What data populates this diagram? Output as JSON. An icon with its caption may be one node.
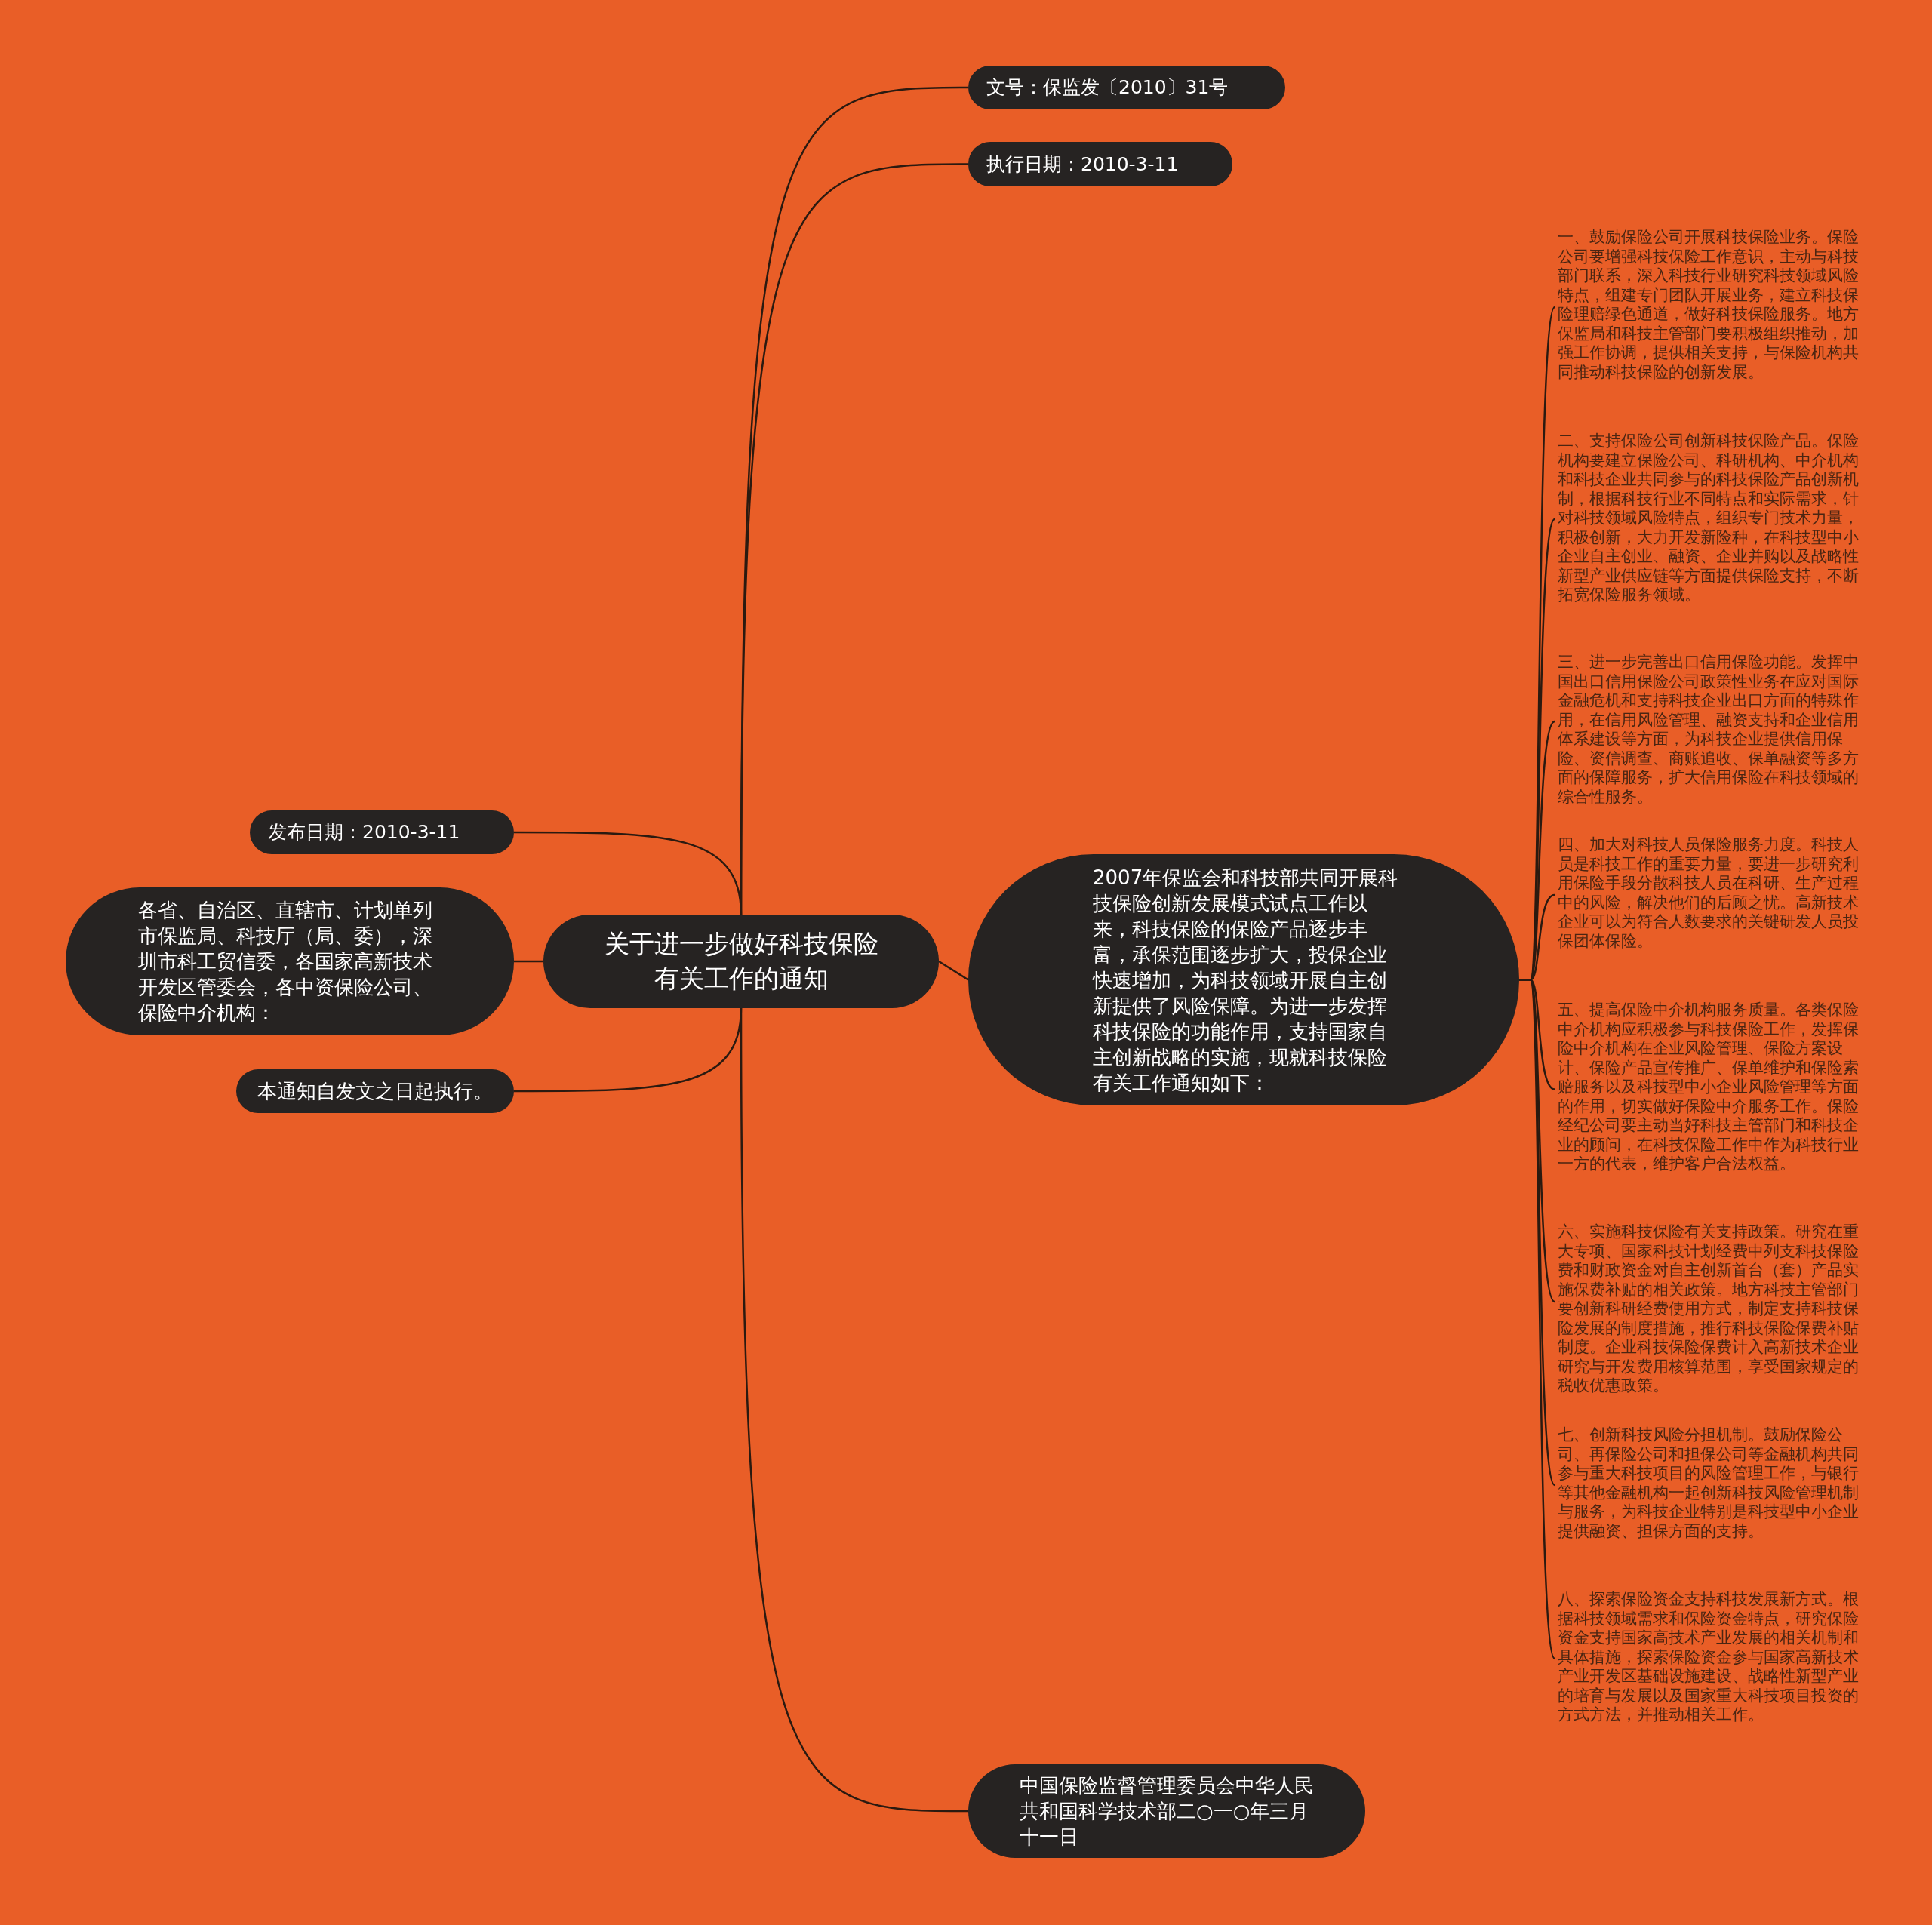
{
  "diagram": {
    "nodes": [
      {
        "text": [
          "关于进一步做好科技保险有关工作的通知"
        ]
      },
      {
        "text": [
          "文号：保监发〔2010〕31号"
        ]
      },
      {
        "text": [
          "执行日期：2010-3-11"
        ]
      },
      {
        "text": [
          "发布日期：2010-3-11"
        ]
      },
      {
        "text": [
          "各省、自治区、直辖市、计划单列市保监局、科技厅（局、委），深圳市科工贸信委，各国家高新技术开发区管委会，各中资保险公司、保险中介机构："
        ]
      },
      {
        "text": [
          "本通知自发文之日起执行。"
        ]
      },
      {
        "text": [
          "2007年保监会和科技部共同开展科技保险创新发展模式试点工作以来，科技保险的保险产品逐步丰富，承保范围逐步扩大，投保企业快速增加，为科技领域开展自主创新提供了风险保障。为进一步发挥科技保险的功能作用，支持国家自主创新战略的实施，现就科技保险有关工作通知如下："
        ]
      },
      {
        "text": [
          "一、鼓励保险公司开展科技保险业务。保险公司要增强科技保险工作意识，主动与科技部门联系，深入科技行业研究科技领域风险特点，组建专门团队开展业务，建立科技保险理赔绿色通道，做好科技保险服务。地方保监局和科技主管部门要积极组织推动，加强工作协调，提供相关支持，与保险机构共同推动科技保险的创新发展。"
        ]
      },
      {
        "text": [
          "二、支持保险公司创新科技保险产品。保险机构要建立保险公司、科研机构、中介机构和科技企业共同参与的科技保险产品创新机制，根据科技行业不同特点和实际需求，针对科技领域风险特点，组织专门技术力量，积极创新，大力开发新险种，在科技型中小企业自主创业、融资、企业并购以及战略性新型产业供应链等方面提供保险支持，不断拓宽保险服务领域。"
        ]
      },
      {
        "text": [
          "三、进一步完善出口信用保险功能。发挥中国出口信用保险公司政策性业务在应对国际金融危机和支持科技企业出口方面的特殊作用，在信用风险管理、融资支持和企业信用体系建设等方面，为科技企业提供信用保险、资信调查、商账追收、保单融资等多方面的保障服务，扩大信用保险在科技领域的综合性服务。"
        ]
      },
      {
        "text": [
          "四、加大对科技人员保险服务力度。科技人员是科技工作的重要力量，要进一步研究利用保险手段分散科技人员在科研、生产过程中的风险，解决他们的后顾之忧。高新技术企业可以为符合人数要求的关键研发人员投保团体保险。"
        ]
      },
      {
        "text": [
          "五、提高保险中介机构服务质量。各类保险中介机构应积极参与科技保险工作，发挥保险中介机构在企业风险管理、保险方案设计、保险产品宣传推广、保单维护和保险索赔服务以及科技型中小企业风险管理等方面的作用，切实做好保险中介服务工作。保险经纪公司要主动当好科技主管部门和科技企业的顾问，在科技保险工作中作为科技行业一方的代表，维护客户合法权益。"
        ]
      },
      {
        "text": [
          "六、实施科技保险有关支持政策。研究在重大专项、国家科技计划经费中列支科技保险费和财政资金对自主创新首台（套）产品实施保费补贴的相关政策。地方科技主管部门要创新科研经费使用方式，制定支持科技保险发展的制度措施，推行科技保险保费补贴制度。企业科技保险保费计入高新技术企业研究与开发费用核算范围，享受国家规定的税收优惠政策。"
        ]
      },
      {
        "text": [
          "七、创新科技风险分担机制。鼓励保险公司、再保险公司和担保公司等金融机构共同参与重大科技项目的风险管理工作，与银行等其他金融机构一起创新科技风险管理机制与服务，为科技企业特别是科技型中小企业提供融资、担保方面的支持。"
        ]
      },
      {
        "text": [
          "八、探索保险资金支持科技发展新方式。根据科技领域需求和保险资金特点，研究保险资金支持国家高技术产业发展的相关机制和具体措施，探索保险资金参与国家高新技术产业开发区基础设施建设、战略性新型产业的培育与发展以及国家重大科技项目投资的方式方法，并推动相关工作。"
        ]
      },
      {
        "text": [
          "中国保险监督管理委员会中华人民共和国科学技术部二○一○年三月十一日"
        ]
      }
    ],
    "edges": [
      {
        "from": 0,
        "to": 1,
        "arrow": "none"
      },
      {
        "from": 0,
        "to": 2,
        "arrow": "none"
      },
      {
        "from": 0,
        "to": 3,
        "arrow": "none"
      },
      {
        "from": 0,
        "to": 4,
        "arrow": "none"
      },
      {
        "from": 0,
        "to": 5,
        "arrow": "none"
      },
      {
        "from": 0,
        "to": 6,
        "arrow": "none"
      },
      {
        "from": 6,
        "to": 7,
        "arrow": "none"
      },
      {
        "from": 6,
        "to": 8,
        "arrow": "none"
      },
      {
        "from": 6,
        "to": 9,
        "arrow": "none"
      },
      {
        "from": 6,
        "to": 10,
        "arrow": "none"
      },
      {
        "from": 6,
        "to": 11,
        "arrow": "none"
      },
      {
        "from": 6,
        "to": 12,
        "arrow": "none"
      },
      {
        "from": 6,
        "to": 13,
        "arrow": "none"
      },
      {
        "from": 6,
        "to": 14,
        "arrow": "none"
      },
      {
        "from": 0,
        "to": 15,
        "arrow": "none"
      }
    ]
  }
}
